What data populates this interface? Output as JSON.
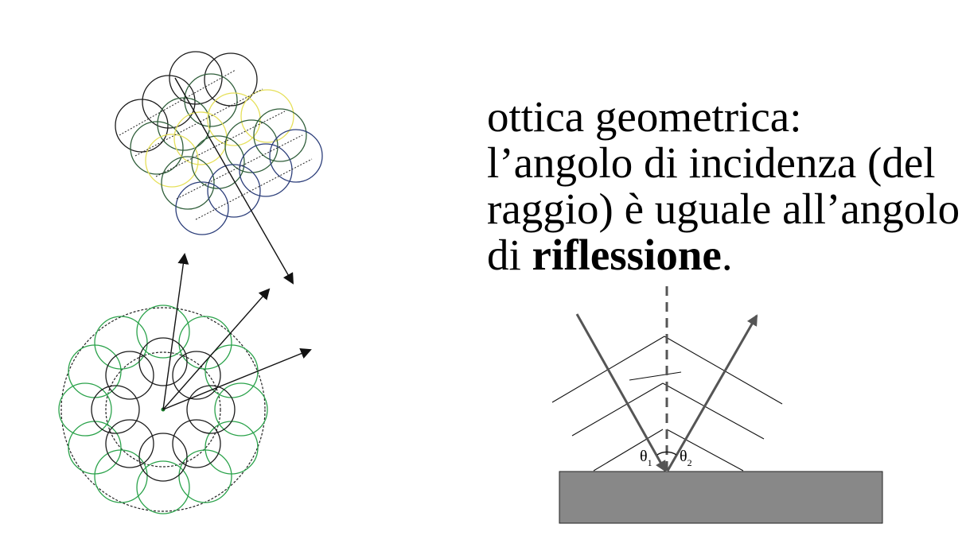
{
  "text": {
    "line1": "ottica geometrica:",
    "line2": "l’angolo di incidenza (del",
    "line3": "raggio) è uguale all’angolo",
    "line4_pre": "di ",
    "line4_bold": "riflessione",
    "line4_post": "."
  },
  "reflection_diagram": {
    "theta1": {
      "symbol": "θ",
      "subscript": "1"
    },
    "theta2": {
      "symbol": "θ",
      "subscript": "2"
    }
  },
  "colors": {
    "black_circles": "#1a1a1a",
    "dark_green_circles": "#2f5e3a",
    "yellow_circles": "#e6e05a",
    "navy_circles": "#2c3e7a",
    "green_circles": "#2aa24a",
    "surface_fill": "#888888",
    "ray_color": "#555555"
  }
}
